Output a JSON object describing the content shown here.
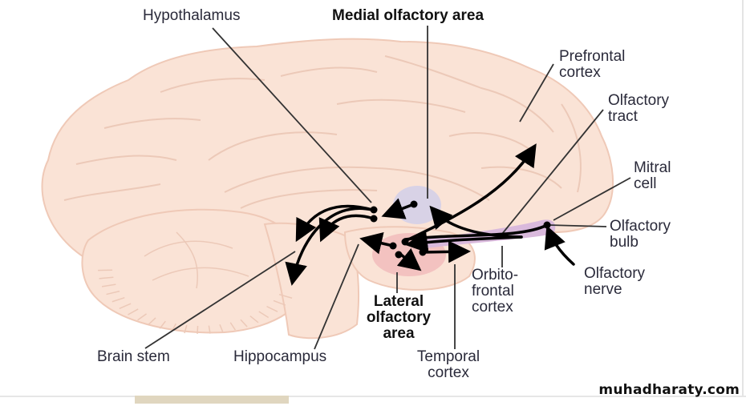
{
  "diagram": {
    "subject": "Olfactory pathways in the brain (sagittal view)",
    "colors": {
      "brain_fill": "#fae3d6",
      "brain_outline": "#efc9b7",
      "sulcus_line": "#ecc9b8",
      "medial_area_fill": "#d8d2e6",
      "lateral_area_fill": "#f3c2c0",
      "olfactory_bulb_fill": "#d9b9dc",
      "pathway_stroke": "#000000",
      "leader_line": "#333333",
      "label_text": "#2a2a3a"
    },
    "labels": {
      "hypothalamus": "Hypothalamus",
      "medial_olfactory_area": "Medial olfactory area",
      "prefrontal_cortex": "Prefrontal\ncortex",
      "olfactory_tract": "Olfactory\ntract",
      "mitral_cell": "Mitral\ncell",
      "olfactory_bulb": "Olfactory\nbulb",
      "olfactory_nerve": "Olfactory\nnerve",
      "orbitofrontal_cortex": "Orbito-\nfrontal\ncortex",
      "lateral_olfactory_area": "Lateral\nolfactory\narea",
      "temporal_cortex": "Temporal\ncortex",
      "hippocampus": "Hippocampus",
      "brain_stem": "Brain stem"
    },
    "bold_labels": [
      "medial_olfactory_area",
      "lateral_olfactory_area"
    ]
  },
  "footer": {
    "watermark": "muhadharaty.com"
  }
}
